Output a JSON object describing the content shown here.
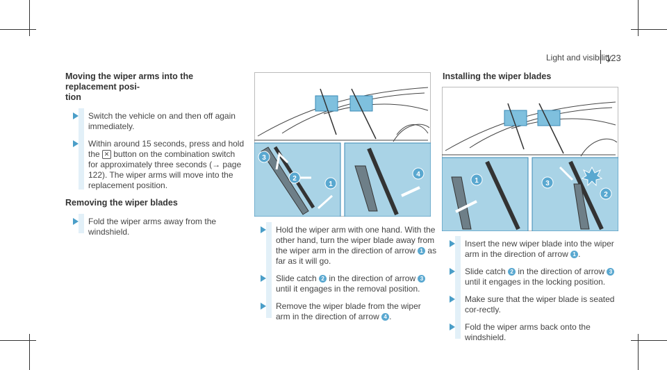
{
  "header": {
    "title": "Light and visibility",
    "page": "123"
  },
  "left": {
    "heading": "Moving the wiper arms into the replacement posi-\ntion",
    "step1": "Switch the vehicle on and then off again immediately.",
    "step2_a": "Within around 15 seconds, press and hold the ",
    "step2_icon": "✕",
    "step2_b": " button on the combination switch for approximately three seconds (→ page 122). The wiper arms will move into the replacement position.",
    "sub_heading": "Removing the wiper blades",
    "step3": "Fold the wiper arms away from the windshield."
  },
  "middle": {
    "s1_a": "Hold the wiper arm with one hand. With the other hand, turn the wiper blade away from the wiper arm in the direction of arrow ",
    "s1_b": " as far as it will go.",
    "s2_a": "Slide catch ",
    "s2_b": " in the direction of arrow ",
    "s2_c": " until it engages in the removal position.",
    "s3_a": "Remove the wiper blade from the wiper arm in the direction of arrow ",
    "s3_b": ".",
    "markers": {
      "m1": "1",
      "m2": "2",
      "m3": "3",
      "m4": "4"
    }
  },
  "right": {
    "heading": "Installing the wiper blades",
    "s1_a": "Insert the new wiper blade into the wiper arm in the direction of arrow ",
    "s1_b": ".",
    "s2_a": "Slide catch ",
    "s2_b": " in the direction of arrow ",
    "s2_c": " until it engages in the locking position.",
    "s3": "Make sure that the wiper blade is seated cor-rectly.",
    "s4": "Fold the wiper arms back onto the windshield.",
    "markers": {
      "m1": "1",
      "m2": "2",
      "m3": "3"
    }
  },
  "colors": {
    "accent": "#4a9ec8",
    "panel": "#a9d3e6",
    "marker": "#5aa8d0"
  }
}
